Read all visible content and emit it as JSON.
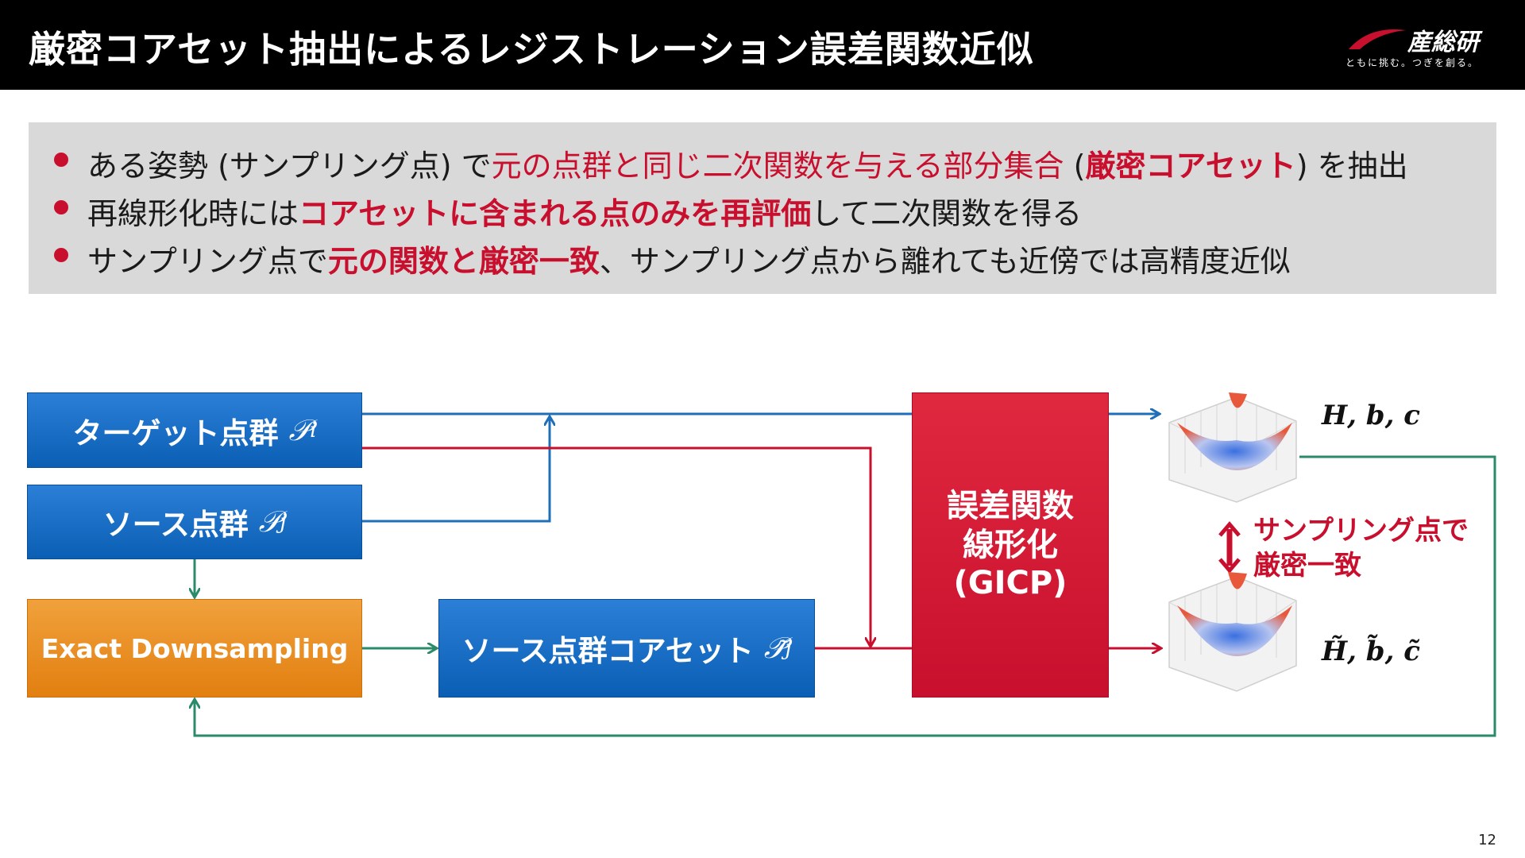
{
  "header": {
    "title": "厳密コアセット抽出によるレジストレーション誤差関数近似",
    "logo_text": "産総研",
    "logo_tagline": "ともに挑む。つぎを創る。"
  },
  "bullets": [
    {
      "pre": "ある姿勢 (サンプリング点) で",
      "red": "元の点群と同じ二次関数を与える部分集合",
      "mid": " (",
      "bold": "厳密コアセット",
      "post": ") を抽出"
    },
    {
      "pre": "再線形化時には",
      "bold": "コアセットに含まれる点のみを再評価",
      "post": "して二次関数を得る"
    },
    {
      "pre": "サンプリング点で",
      "bold": "元の関数と厳密一致",
      "post": "、サンプリング点から離れても近傍では高精度近似"
    }
  ],
  "diagram": {
    "target_label": "ターゲット点群",
    "target_sym": "𝒫",
    "target_sub": "i",
    "source_label": "ソース点群",
    "source_sym": "𝒫",
    "source_sub": "j",
    "downsample_label": "Exact Downsampling",
    "coreset_label": "ソース点群コアセット",
    "coreset_sym": "𝒫̃",
    "coreset_sub": "j",
    "linearize_line1": "誤差関数",
    "linearize_line2": "線形化",
    "linearize_line3": "(GICP)",
    "output_full": "H, b, c",
    "output_coreset": "H̃, b̃, c̃",
    "match_line1": "サンプリング点で",
    "match_line2": "厳密一致"
  },
  "colors": {
    "accent_red": "#c8102e",
    "blue": "#0a5fb5",
    "orange": "#e8901f",
    "arrow_blue": "#1f6fb8",
    "arrow_red": "#c8102e",
    "arrow_green": "#2a8a6a"
  },
  "page_number": "12"
}
